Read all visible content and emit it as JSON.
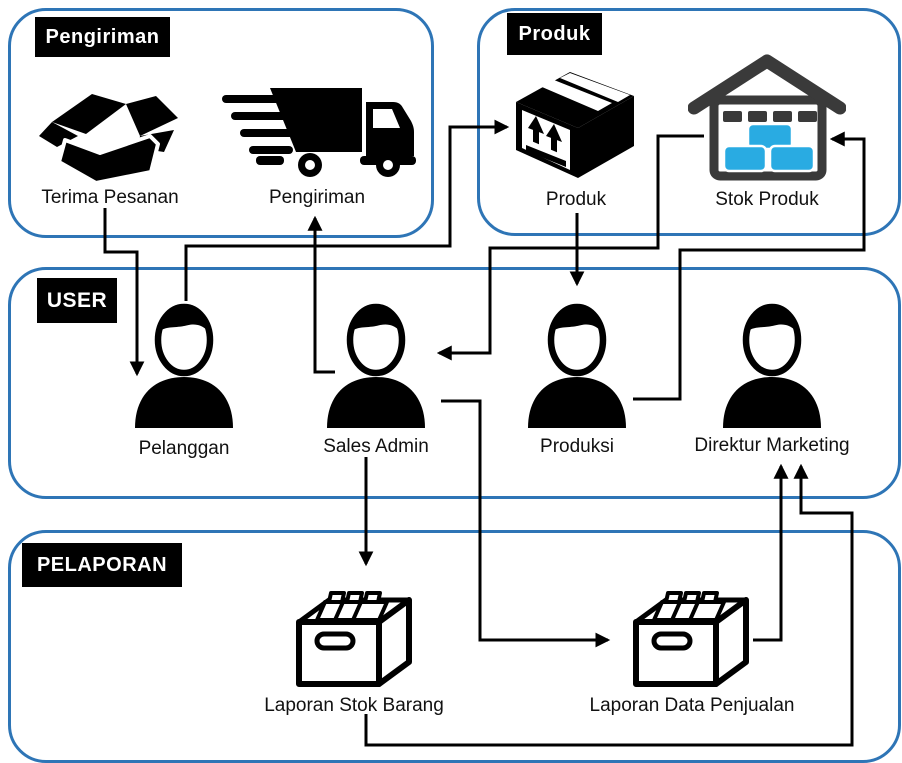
{
  "sections": {
    "pengiriman": {
      "label": "Pengiriman",
      "items": [
        {
          "label": "Terima Pesanan",
          "icon": "open-box-icon"
        },
        {
          "label": "Pengiriman",
          "icon": "delivery-truck-icon"
        }
      ]
    },
    "produk": {
      "label": "Produk",
      "items": [
        {
          "label": "Produk",
          "icon": "package-box-icon"
        },
        {
          "label": "Stok Produk",
          "icon": "warehouse-icon"
        }
      ]
    },
    "user": {
      "label": "USER",
      "items": [
        {
          "label": "Pelanggan",
          "icon": "person-icon"
        },
        {
          "label": "Sales Admin",
          "icon": "person-icon"
        },
        {
          "label": "Produksi",
          "icon": "person-icon"
        },
        {
          "label": "Direktur Marketing",
          "icon": "person-icon"
        }
      ]
    },
    "pelaporan": {
      "label": "PELAPORAN",
      "items": [
        {
          "label": "Laporan Stok Barang",
          "icon": "archive-box-icon"
        },
        {
          "label": "Laporan Data Penjualan",
          "icon": "archive-box-icon"
        }
      ]
    }
  },
  "connectors": [
    {
      "from": "Terima Pesanan",
      "to": "Pelanggan"
    },
    {
      "from": "Sales Admin",
      "to": "Pengiriman"
    },
    {
      "from": "Pelanggan",
      "to": "Produk"
    },
    {
      "from": "Produk",
      "to": "Produksi"
    },
    {
      "from": "Stok Produk",
      "to": "Sales Admin"
    },
    {
      "from": "Produksi",
      "to": "Stok Produk"
    },
    {
      "from": "Sales Admin",
      "to": "Laporan Stok Barang"
    },
    {
      "from": "Sales Admin",
      "to": "Laporan Data Penjualan"
    },
    {
      "from": "Laporan Data Penjualan",
      "to": "Direktur Marketing"
    },
    {
      "from": "Laporan Stok Barang",
      "to": "Direktur Marketing"
    }
  ],
  "colors": {
    "group_border": "#2E75B6",
    "label_bg": "#000000",
    "label_text": "#FFFFFF",
    "icon_black": "#000000",
    "warehouse_dark": "#3A3A3A",
    "stock_blue": "#29ABE2",
    "connector": "#000000"
  }
}
